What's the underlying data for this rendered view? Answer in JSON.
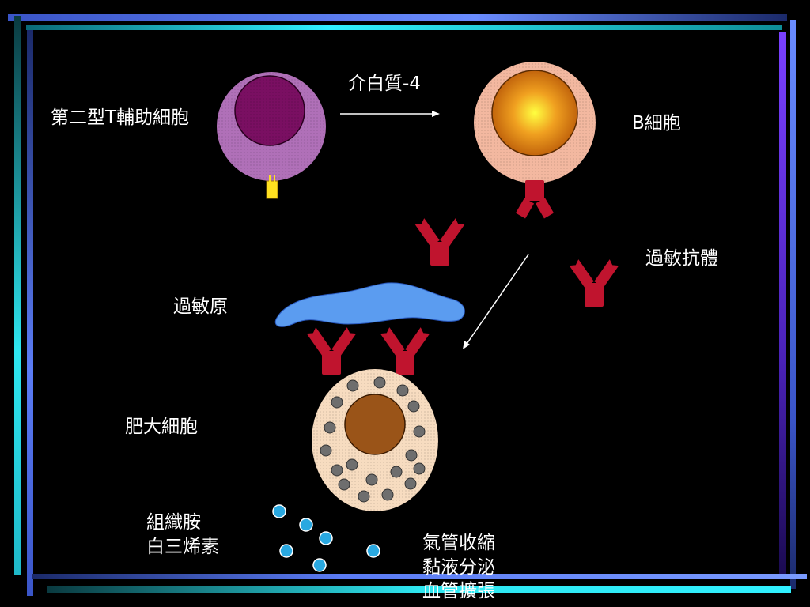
{
  "labels": {
    "th2_cell": "第二型T輔助細胞",
    "il4": "介白質-4",
    "b_cell": "B細胞",
    "ige": "過敏抗體",
    "allergen": "過敏原",
    "mast_cell": "肥大細胞",
    "mediators_line1": "組織胺",
    "mediators_line2": "白三烯素",
    "effect_line1": "氣管收縮",
    "effect_line2": "黏液分泌",
    "effect_line3": "血管擴張"
  },
  "colors": {
    "background": "#000000",
    "frame_blue": "#5b7cf5",
    "frame_cyan": "#2ee6f0",
    "frame_violet": "#6b3cff",
    "th2_outer": "#b070b8",
    "th2_nucleus": "#7a0f62",
    "b_outer": "#f3b8a0",
    "b_nucleus_center": "#ffff30",
    "b_nucleus_edge": "#d46a10",
    "antibody": "#c0142e",
    "allergen": "#5b9cf0",
    "mast_outer": "#f7dcc0",
    "mast_nucleus": "#9a5418",
    "granule": "#777777",
    "mediator": "#29a8e0"
  }
}
